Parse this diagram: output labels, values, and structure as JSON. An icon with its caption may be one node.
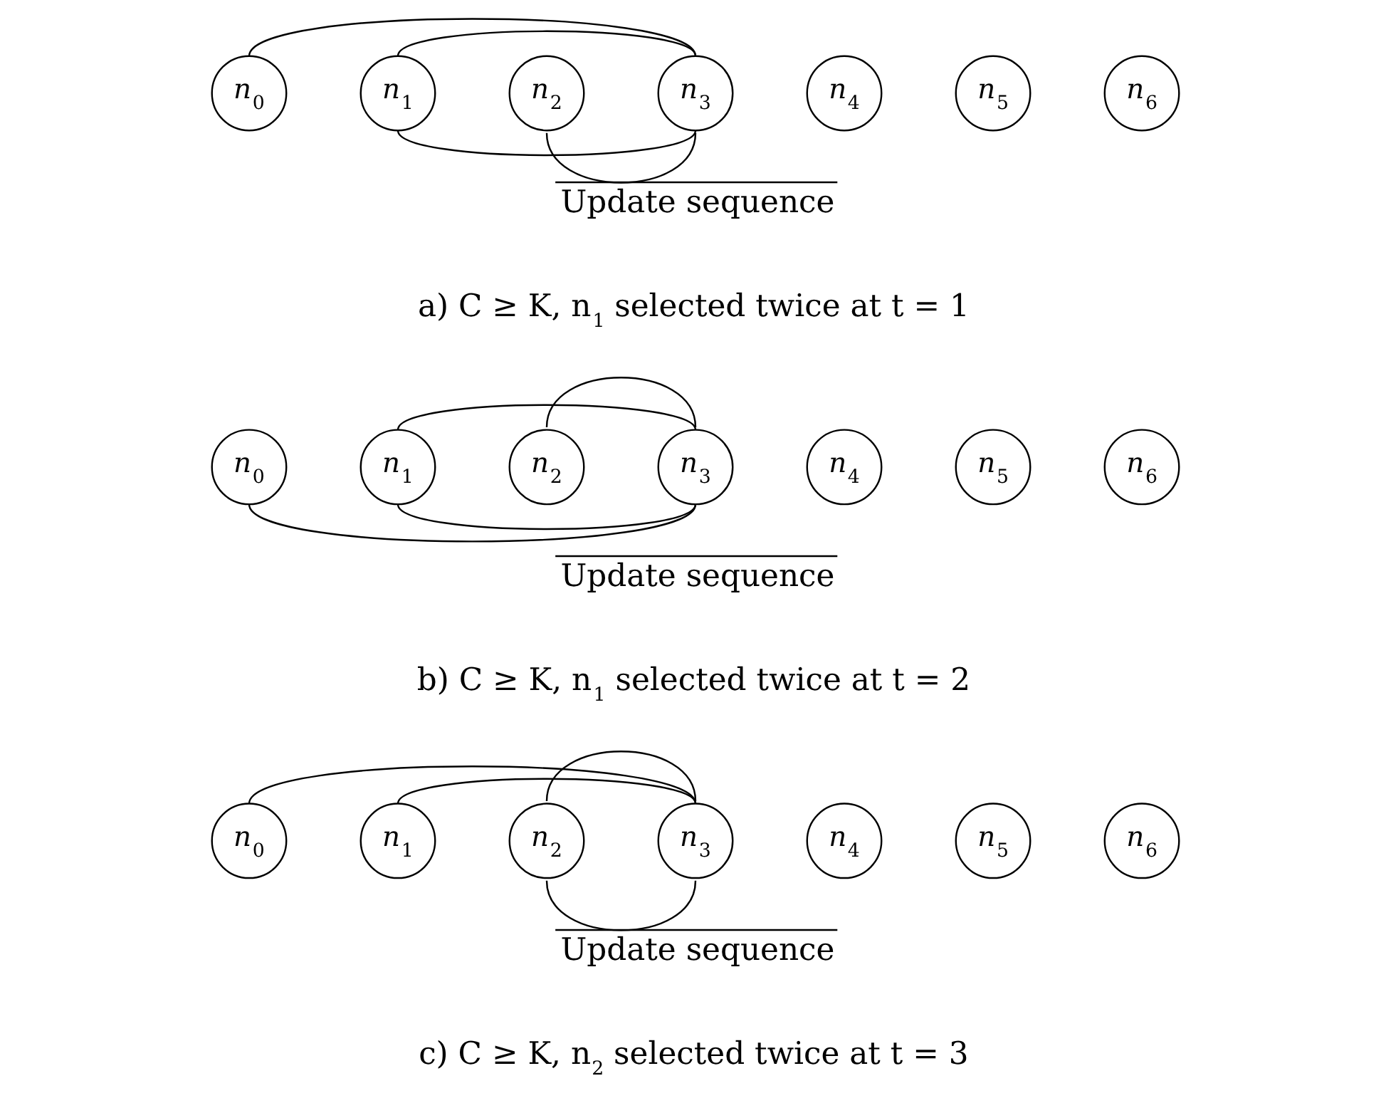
{
  "diagram": {
    "nodes": [
      {
        "text": [
          "*n*$_{0}$"
        ]
      },
      {
        "text": [
          "*n*$_{1}$"
        ]
      },
      {
        "text": [
          "*n*$_{2}$"
        ]
      },
      {
        "text": [
          "*n*$_{3}$"
        ]
      },
      {
        "text": [
          "*n*$_{4}$"
        ]
      },
      {
        "text": [
          "*n*$_{5}$"
        ]
      },
      {
        "text": [
          "*n*$_{6}$"
        ]
      },
      {
        "text": [
          "*n*$_{0}$"
        ]
      },
      {
        "text": [
          "*n*$_{1}$"
        ]
      },
      {
        "text": [
          "*n*$_{2}$"
        ]
      },
      {
        "text": [
          "*n*$_{3}$"
        ]
      },
      {
        "text": [
          "*n*$_{4}$"
        ]
      },
      {
        "text": [
          "*n*$_{5}$"
        ]
      },
      {
        "text": [
          "*n*$_{6}$"
        ]
      },
      {
        "text": [
          "*n*$_{0}$"
        ]
      },
      {
        "text": [
          "*n*$_{1}$"
        ]
      },
      {
        "text": [
          "*n*$_{2}$"
        ]
      },
      {
        "text": [
          "*n*$_{3}$"
        ]
      },
      {
        "text": [
          "*n*$_{4}$"
        ]
      },
      {
        "text": [
          "*n*$_{5}$"
        ]
      },
      {
        "text": [
          "*n*$_{6}$"
        ]
      }
    ],
    "edges": [
      {
        "from": 0,
        "to": 3,
        "arrow": "none"
      },
      {
        "from": 1,
        "to": 3,
        "arrow": "none"
      },
      {
        "from": 1,
        "to": 3,
        "arrow": "none"
      },
      {
        "from": 2,
        "to": 3,
        "arrow": "none"
      },
      {
        "from": 8,
        "to": 10,
        "arrow": "none"
      },
      {
        "from": 9,
        "to": 10,
        "arrow": "none"
      },
      {
        "from": 8,
        "to": 10,
        "arrow": "none"
      },
      {
        "from": 7,
        "to": 10,
        "arrow": "none"
      },
      {
        "from": 14,
        "to": 17,
        "arrow": "none"
      },
      {
        "from": 15,
        "to": 17,
        "arrow": "none"
      },
      {
        "from": 16,
        "to": 17,
        "arrow": "none"
      },
      {
        "from": 16,
        "to": 17,
        "arrow": "none"
      }
    ],
    "labels": [
      "Update sequence",
      "a) C ≥ K, n$_{1}$ selected twice at t = 1",
      "Update sequence",
      "b) C ≥ K, n$_{1}$ selected twice at t = 2",
      "Update sequence",
      "c) C ≥ K, n$_{2}$ selected twice at t = 3"
    ]
  }
}
